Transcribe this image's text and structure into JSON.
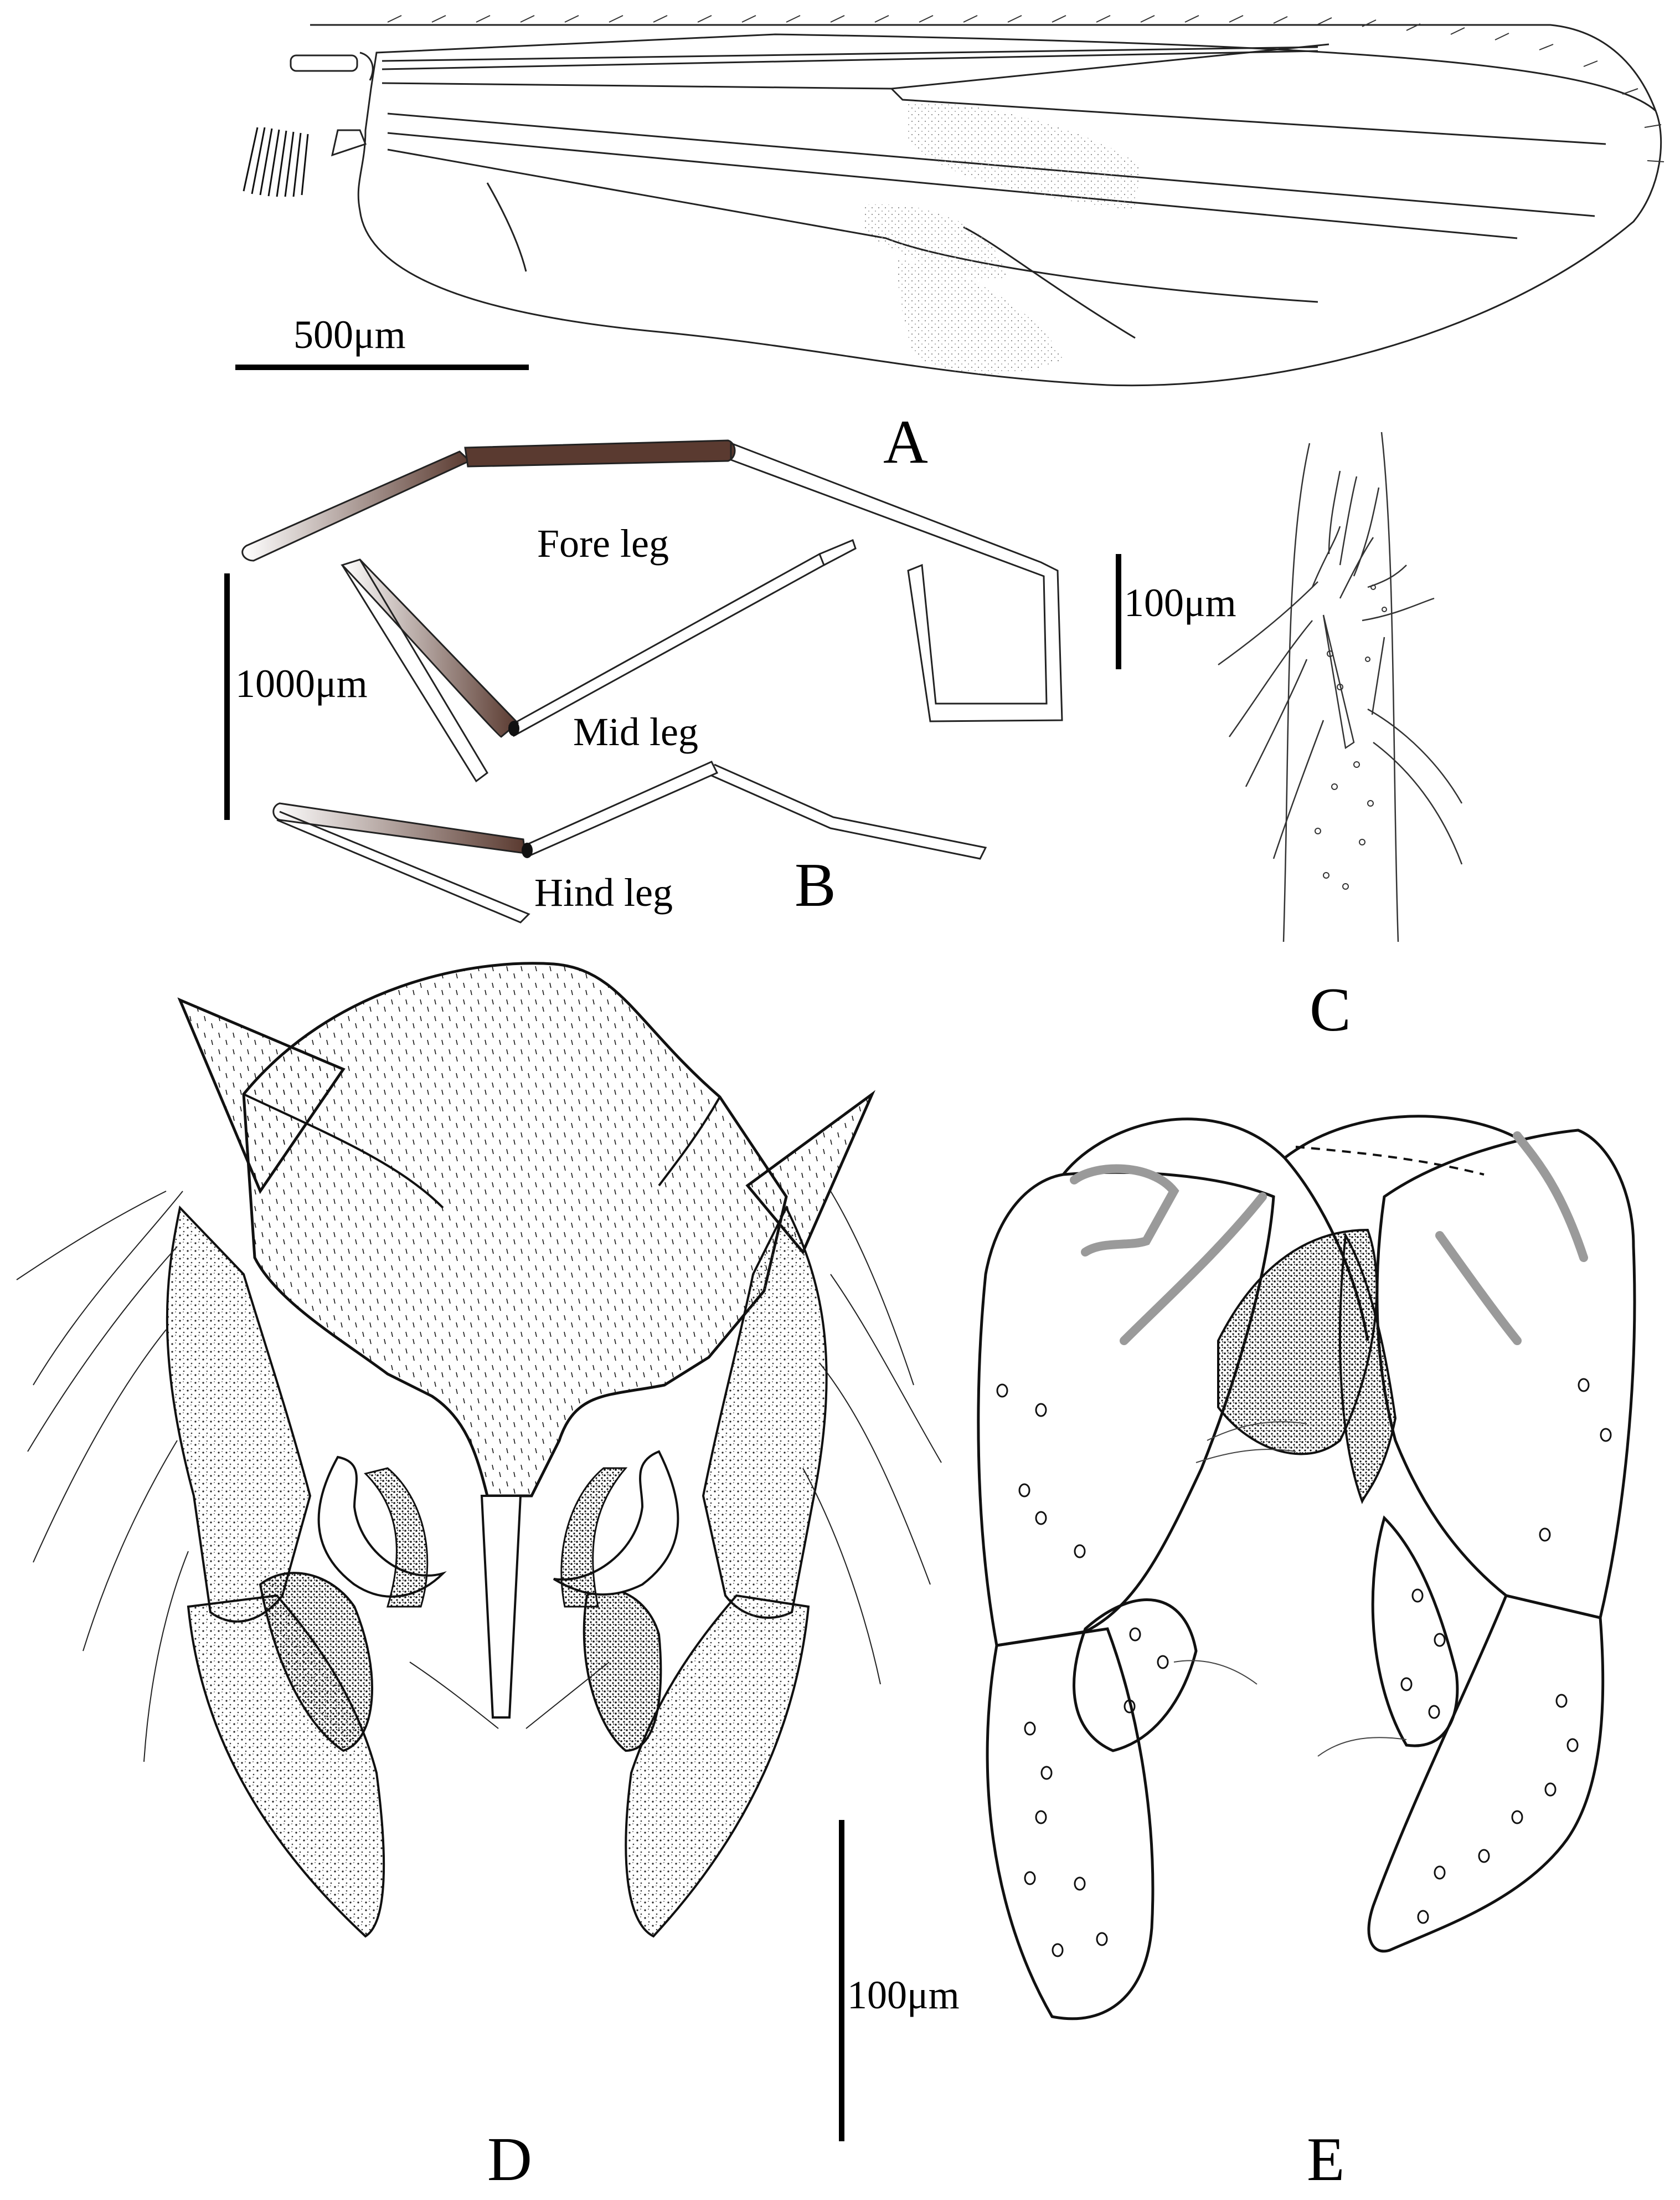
{
  "panels": {
    "A": {
      "letter": "A",
      "scale": "500μm"
    },
    "B": {
      "letter": "B",
      "scale": "1000μm",
      "fore": "Fore leg",
      "mid": "Mid leg",
      "hind": "Hind leg"
    },
    "C": {
      "letter": "C",
      "scale": "100μm"
    },
    "D": {
      "letter": "D",
      "scale": "100μm"
    },
    "E": {
      "letter": "E"
    }
  },
  "colors": {
    "ink": "#000000",
    "femur_brown": "#5a3a30",
    "e_sclerite": "#9a9a9a",
    "stipple": "#555555"
  }
}
